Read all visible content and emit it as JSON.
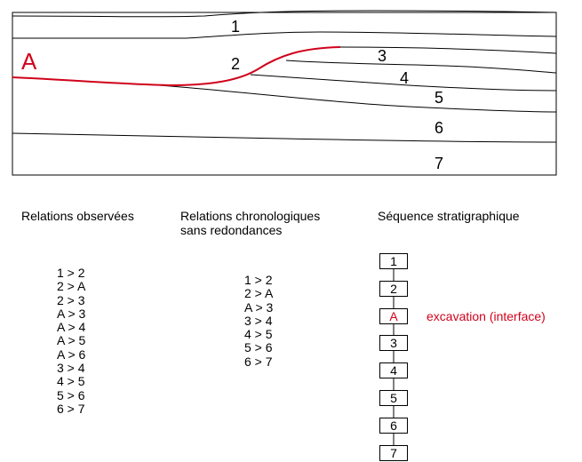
{
  "section": {
    "labels": [
      "1",
      "2",
      "3",
      "4",
      "5",
      "6",
      "7"
    ],
    "interface_label": "A",
    "colors": {
      "lines": "#000000",
      "interface": "#d0021b"
    }
  },
  "columns": {
    "observed": {
      "title": "Relations observées",
      "items": [
        "1 > 2",
        "2 > A",
        "2 > 3",
        "A > 3",
        "A > 4",
        "A > 5",
        "A > 6",
        "3 > 4",
        "4 > 5",
        "5 > 6",
        "6 > 7"
      ]
    },
    "chronological": {
      "title_line1": "Relations chronologiques",
      "title_line2": "sans redondances",
      "items": [
        "1 > 2",
        "2 > A",
        "A > 3",
        "3 > 4",
        "4 > 5",
        "5 > 6",
        "6 > 7"
      ]
    },
    "sequence": {
      "title": "Séquence stratigraphique",
      "units": [
        "1",
        "2",
        "A",
        "3",
        "4",
        "5",
        "6",
        "7"
      ],
      "interface_note": "excavation (interface)"
    }
  }
}
